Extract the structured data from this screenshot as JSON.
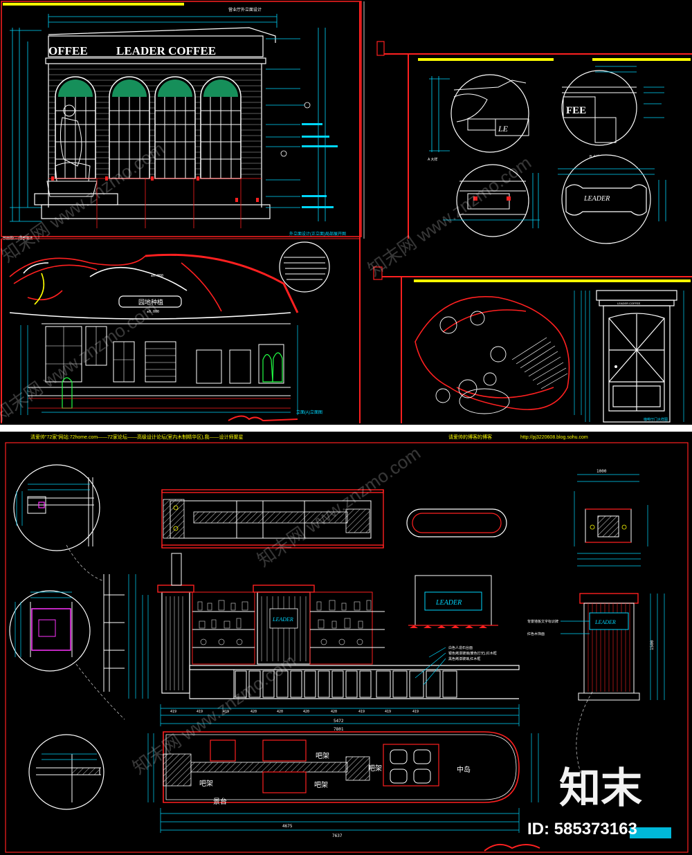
{
  "top_left": {
    "title_bar": "营业厅外立面设计",
    "sign_left": "OFFEE",
    "sign_main": "LEADER COFFEE",
    "drawing_title": "外立面设计(正立面)局部展开图",
    "dim_code": "剖面图(二)局部做法"
  },
  "mid_left": {
    "garden_label": "园地种植",
    "drawing_title": "立面(A)立面图",
    "dim_level_1": "±0.000",
    "dim_level_2": "±0.000"
  },
  "top_right": {
    "sign_fragment": "FEE",
    "logo_fragment": "LE",
    "detail_a": "A 大样",
    "detail_b": "B 大样",
    "plaque_text": "LEADER"
  },
  "mid_right": {
    "door_title": "咖啡厅门大样图",
    "door_sign": "LEADER COFFEE"
  },
  "divider_banner": {
    "left_text": "清爱帅\"72家\"网站:72home.com——72家论坛——高级设计论坛(室内木制精华区),我——设计师聚星",
    "right_text": "请爱帅的博客的博客",
    "url": "http://pj3220608.blog.sohu.com"
  },
  "bottom": {
    "dim_total_1": "7801",
    "dim_total_2": "5472",
    "dim_total_3": "7637",
    "dim_part": "4675",
    "dims_row": [
      "419",
      "419",
      "419",
      "420",
      "420",
      "420",
      "420",
      "419",
      "419",
      "419"
    ],
    "dim_column_w": "1000",
    "dim_column_h": "1500",
    "note_1": "白色人造石台面",
    "note_2": "银色烤漆玻璃(暖色灯光),红木框",
    "note_3": "黑色烤漆玻璃,红木框",
    "label_bar_1": "吧架",
    "label_bar_2": "吧架",
    "label_bar_3": "吧架",
    "label_bar_4": "吧架",
    "label_island": "中岛",
    "label_stage": "景台",
    "column_note_1": "背景墙板文字标识牌",
    "column_note_2": "红色木饰面",
    "sign_plaque": "LEADER"
  },
  "watermark": {
    "brand": "知末",
    "id": "ID: 585373163",
    "text": "知末网 www.znzmo.com"
  },
  "colors": {
    "cad_white": "#ffffff",
    "cad_red": "#ff2020",
    "cad_cyan": "#00d8ff",
    "cad_yellow": "#ffff00",
    "cad_green": "#22ff44",
    "cad_magenta": "#ff33ff",
    "cad_blue": "#4060ff"
  }
}
